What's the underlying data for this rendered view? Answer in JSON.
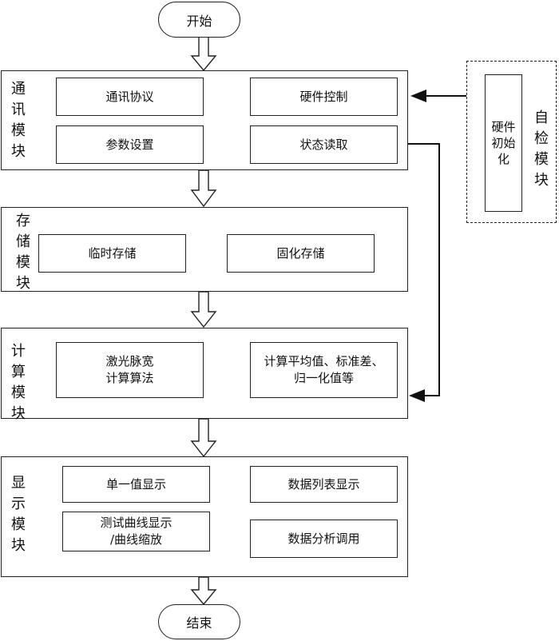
{
  "start": "开始",
  "end": "结束",
  "comm": {
    "title": "通讯模块",
    "items": [
      "通讯协议",
      "硬件控制",
      "参数设置",
      "状态读取"
    ]
  },
  "storage": {
    "title": "存储模块",
    "items": [
      "临时存储",
      "固化存储"
    ]
  },
  "compute": {
    "title": "计算模块",
    "items": [
      "激光脉宽\n计算算法",
      "计算平均值、标准差、\n归一化值等"
    ]
  },
  "display": {
    "title": "显示模块",
    "items": [
      "单一值显示",
      "数据列表显示",
      "测试曲线显示\n/曲线缩放",
      "数据分析调用"
    ]
  },
  "selfcheck": {
    "title": "自检模块",
    "item": "硬件\n初始\n化"
  }
}
